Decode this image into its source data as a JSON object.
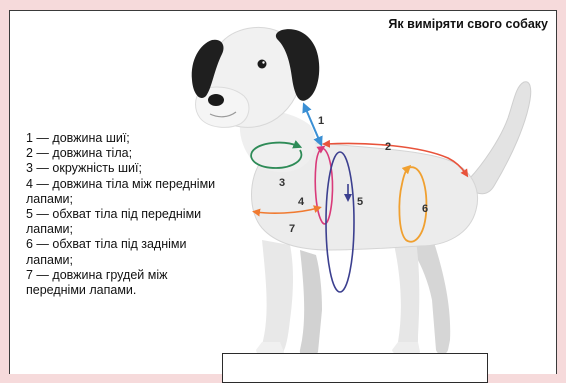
{
  "title": "Як виміряти свого собаку",
  "legend": [
    "1 — довжина шиї;",
    "2 — довжина тіла;",
    "3 — окружність шиї;",
    "4 — довжина тіла між передніми лапами;",
    "5 — обхват тіла під передніми лапами;",
    "6 — обхват тіла під задніми лапами;",
    "7 — довжина грудей між передніми лапами."
  ],
  "markers": [
    "1",
    "2",
    "3",
    "4",
    "5",
    "6",
    "7"
  ],
  "colors": {
    "background": "#f6dadb",
    "neck_length": "#3a8fd4",
    "body_length": "#e8533b",
    "neck_circumference": "#2e8b57",
    "body_between_legs": "#d93a7a",
    "girth_front": "#3b3f8f",
    "girth_back": "#f0a030",
    "chest_length": "#f07a30"
  },
  "icons": [
    "dog-illustration"
  ]
}
